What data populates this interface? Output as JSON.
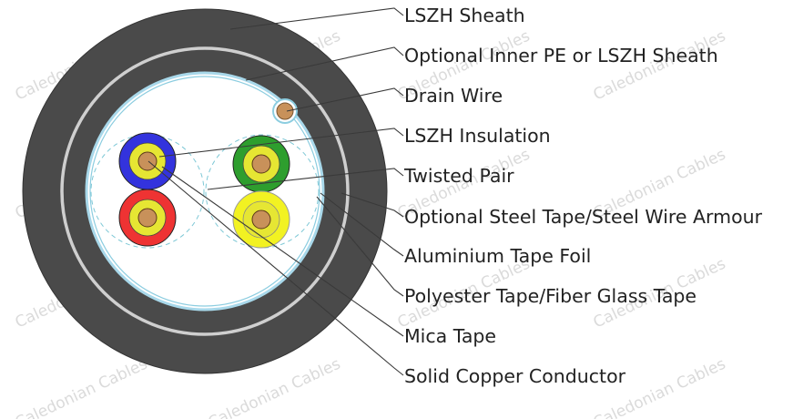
{
  "watermark": "Caledonian Cables",
  "labels": [
    "LSZH Sheath",
    "Optional Inner PE or LSZH Sheath",
    "Drain Wire",
    "LSZH Insulation",
    "Twisted Pair",
    "Optional Steel Tape/Steel Wire Armour",
    "Aluminium Tape Foil",
    "Polyester Tape/Fiber Glass Tape",
    "Mica Tape",
    "Solid Copper Conductor"
  ],
  "colors": {
    "outer_sheath": "#4a4a4a",
    "armour_ring": "#c9c9c9",
    "inner_sheath": "#4a4a4a",
    "foil": "#9fd3e6",
    "core_fill": "#ffffff",
    "pair_outline": "#7ec8d6",
    "copper": "#c8915a",
    "core_blue": "#3333dd",
    "core_red": "#ee3333",
    "core_green": "#2e9e2e",
    "core_yellow": "#f2f222",
    "inner_yellow": "#e6e633"
  }
}
